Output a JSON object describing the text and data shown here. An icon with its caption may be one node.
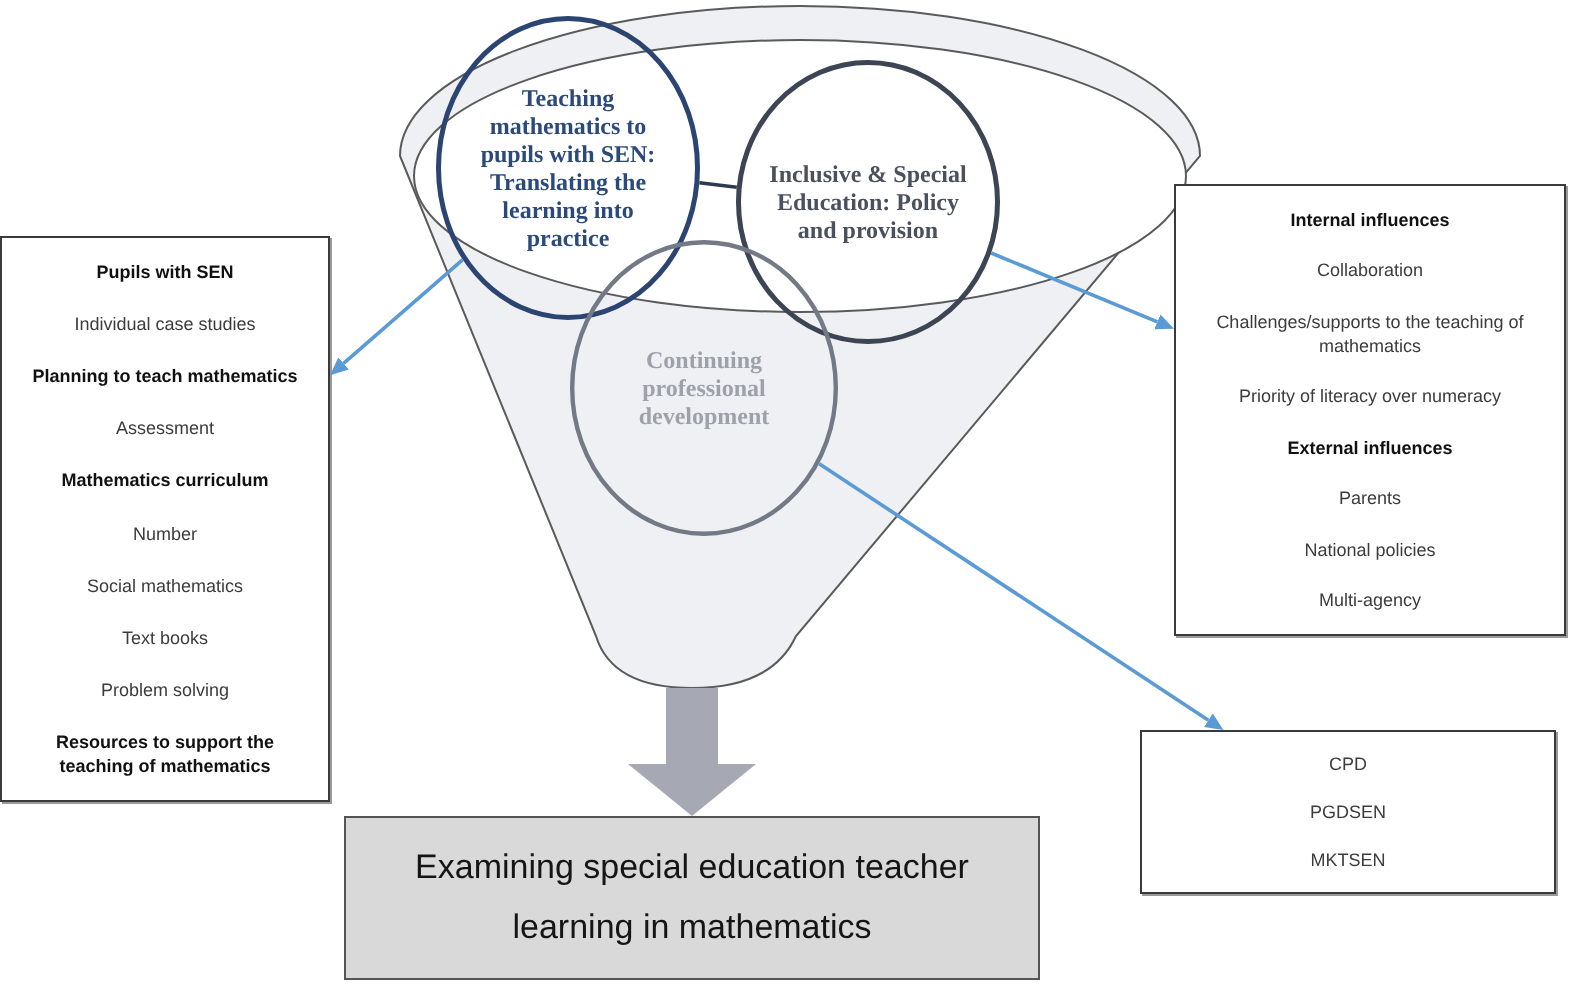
{
  "diagram": {
    "nodes": [
      {
        "text": [],
        "shape": "funnel"
      },
      {
        "text": [
          "Teaching mathematics to pupils with SEN: Translating the learning into practice"
        ],
        "in": 0
      },
      {
        "text": [
          "Inclusive & Special Education: Policy and provision"
        ],
        "in": 0
      },
      {
        "text": [
          "Continuing professional development"
        ],
        "in": 0
      },
      {
        "text": [
          "Pupils with SEN",
          "Individual case studies",
          "Planning to teach mathematics",
          "Assessment",
          "Mathematics curriculum",
          "Number",
          "Social mathematics",
          "Text books",
          "Problem solving",
          "Resources to support the teaching of mathematics"
        ]
      },
      {
        "text": [
          "Internal influences",
          "Collaboration",
          "Challenges/supports to the teaching of mathematics",
          "Priority of literacy over numeracy",
          "External influences",
          "Parents",
          "National policies",
          "Multi-agency"
        ]
      },
      {
        "text": [
          "CPD",
          "PGDSEN",
          "MKTSEN"
        ]
      },
      {
        "text": [
          "Examining special education teacher learning in mathematics"
        ]
      }
    ],
    "edges": [
      {
        "from": 1,
        "to": 4,
        "arrow": "to"
      },
      {
        "from": 1,
        "to": 2,
        "arrow": "none",
        "color": "#2e3a55"
      },
      {
        "from": 2,
        "to": 5,
        "arrow": "to"
      },
      {
        "from": 3,
        "to": 6,
        "arrow": "to"
      },
      {
        "from": 0,
        "to": 7,
        "arrow": "to",
        "style": "thick",
        "color": "#a6a9b3"
      }
    ]
  }
}
